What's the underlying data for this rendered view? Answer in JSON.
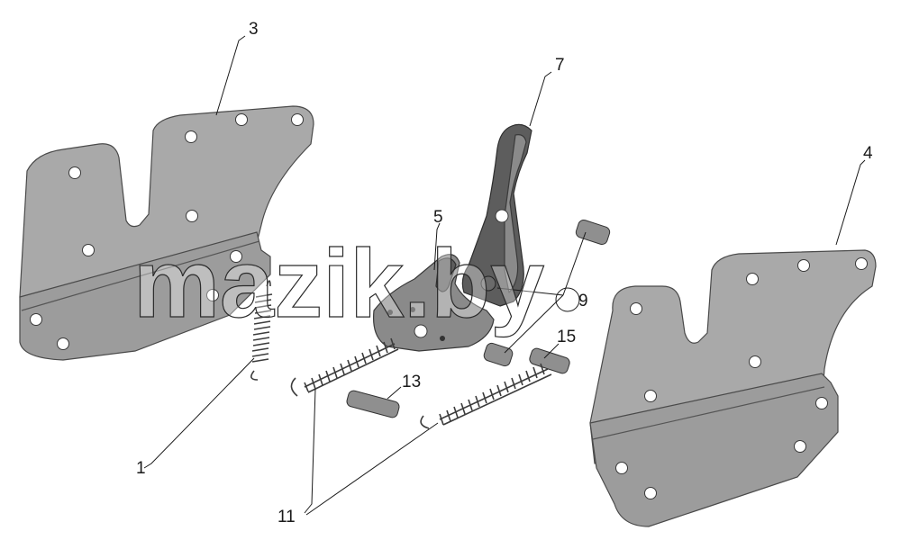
{
  "callouts": {
    "c1": "1",
    "c3": "3",
    "c4": "4",
    "c5": "5",
    "c7": "7",
    "c9": "9",
    "c11": "11",
    "c13": "13",
    "c15": "15"
  },
  "watermark": "mazik.by",
  "colors": {
    "plate": "#a9a9a9",
    "part_dark": "#5d5d5d",
    "outline": "#3a3a3a",
    "background": "#ffffff"
  }
}
